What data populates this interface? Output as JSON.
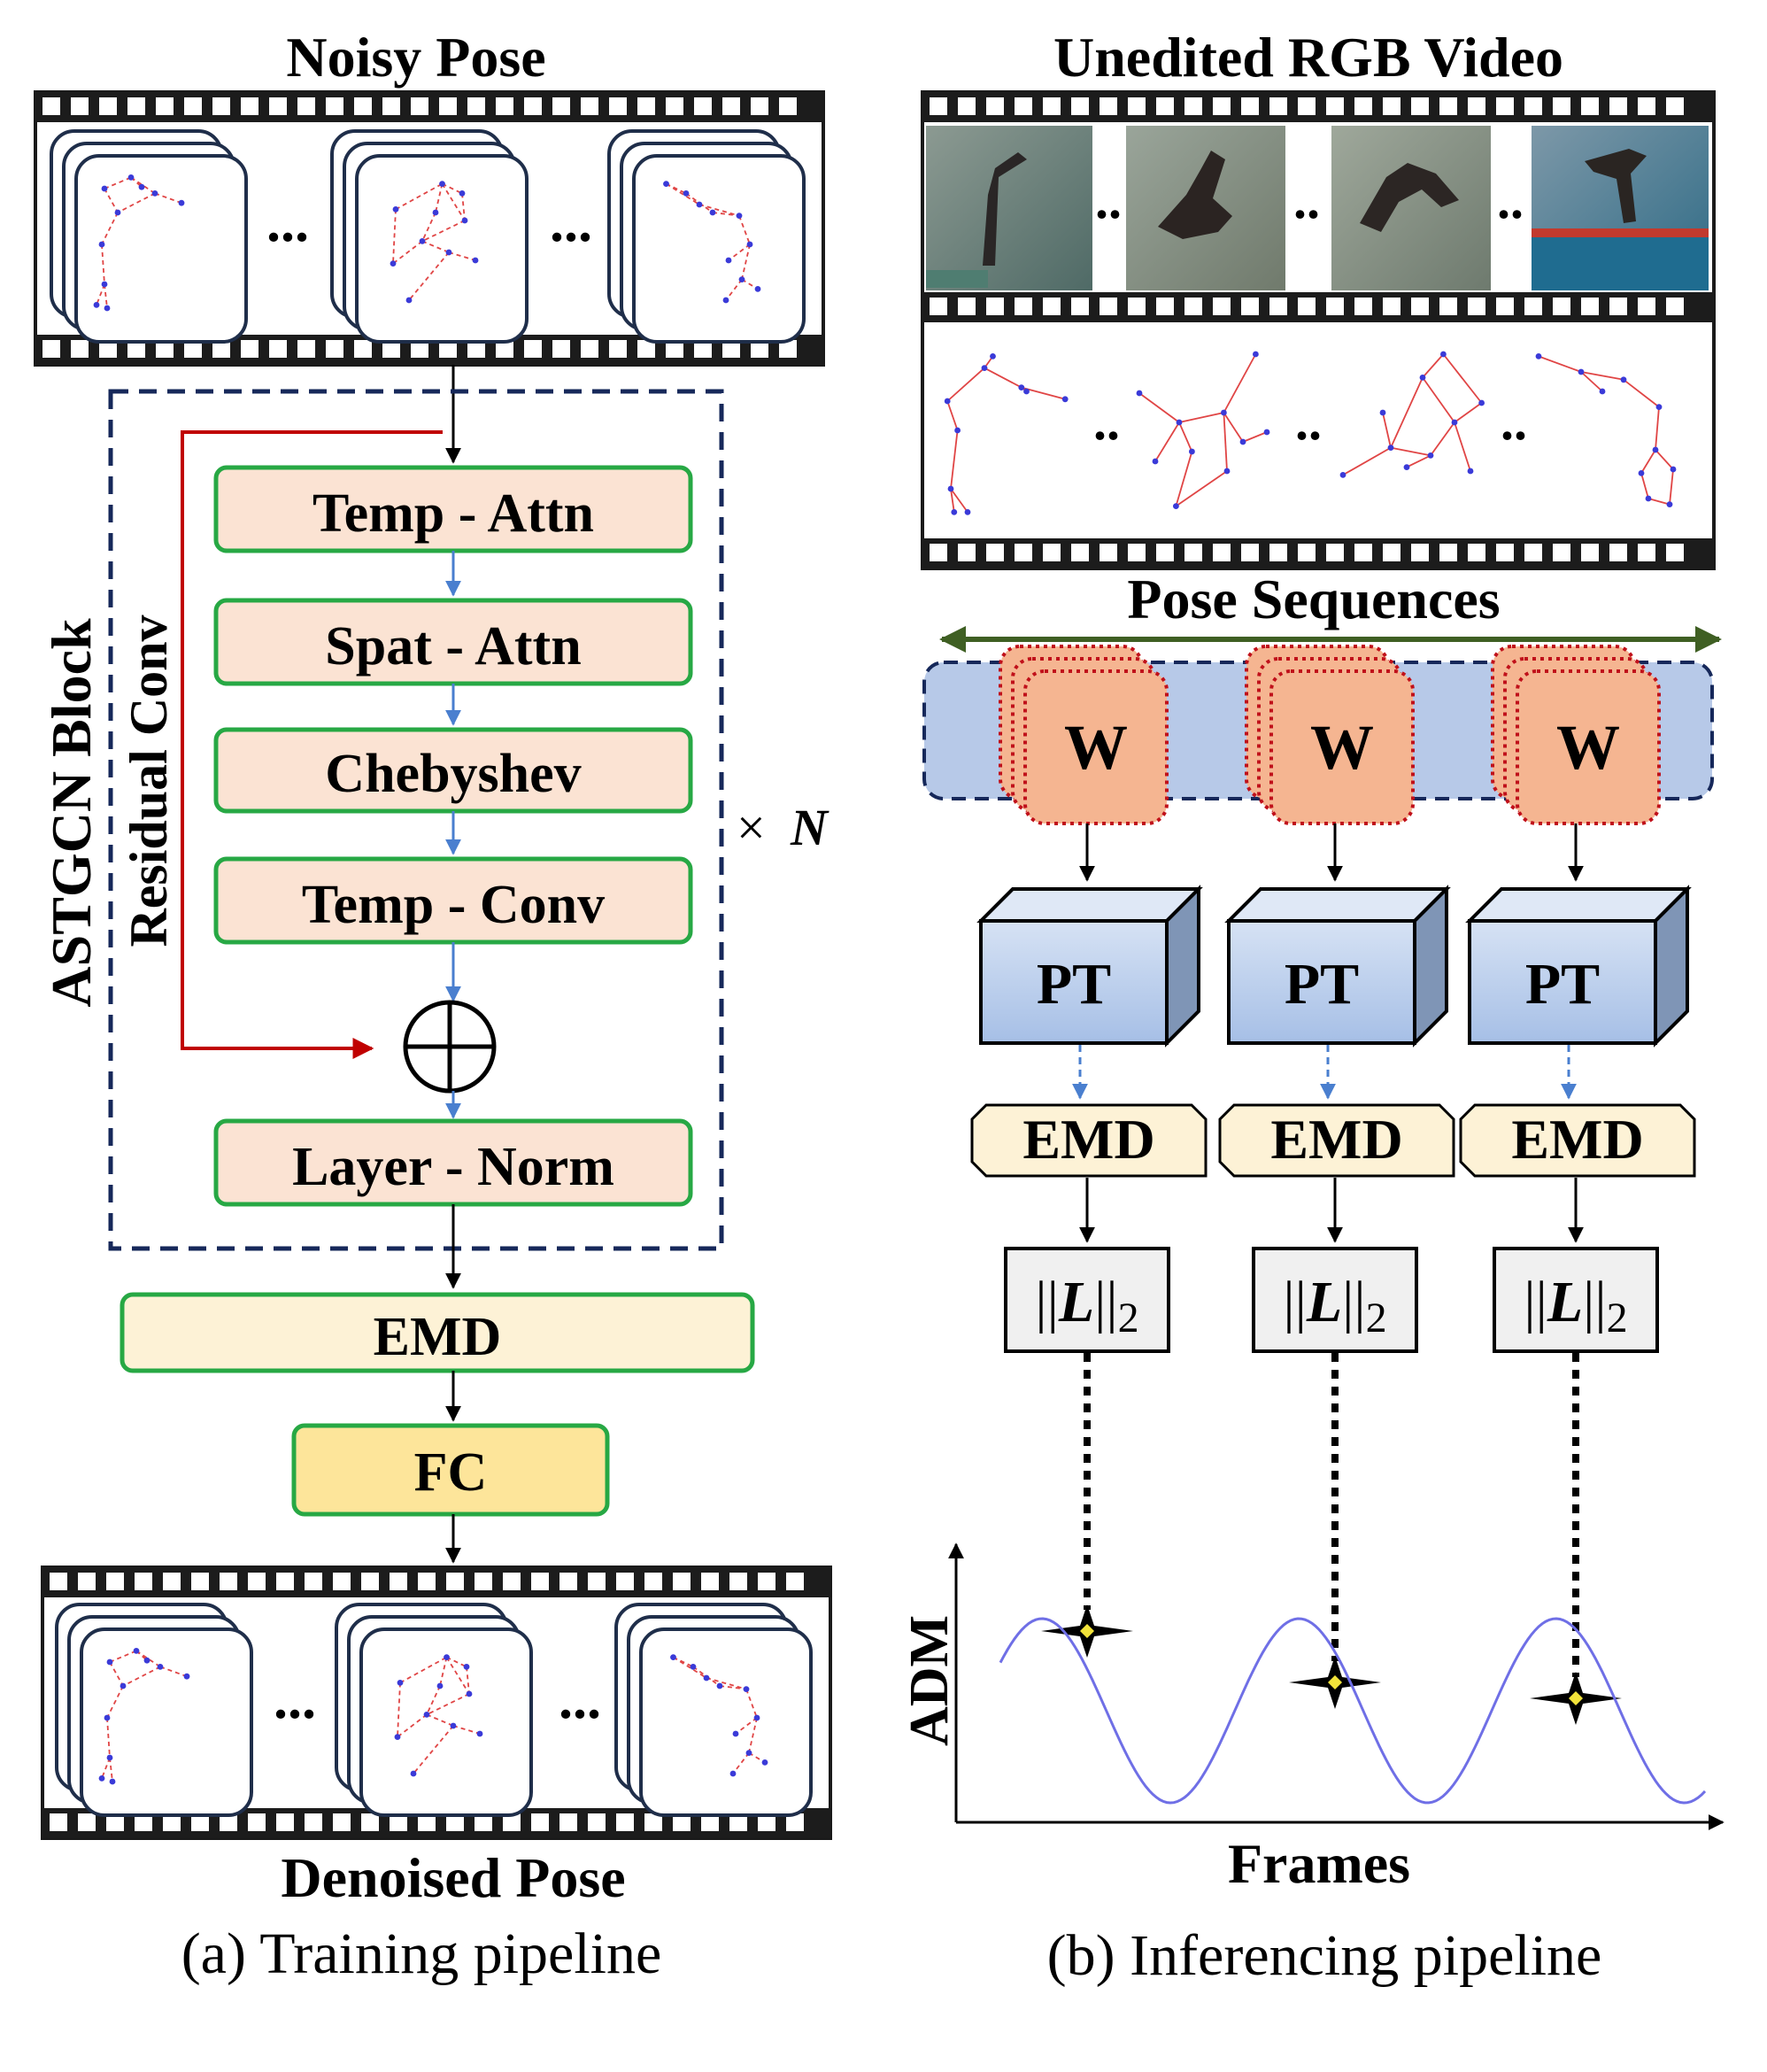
{
  "training": {
    "input_label": "Noisy Pose",
    "block_label": "ASTGCN Block",
    "residual_label": "Residual Conv",
    "repeat_times": "×",
    "repeat_n": "N",
    "layers": [
      "Temp - Attn",
      "Spat - Attn",
      "Chebyshev",
      "Temp - Conv"
    ],
    "norm_label": "Layer - Norm",
    "emd_label": "EMD",
    "fc_label": "FC",
    "output_label": "Denoised Pose",
    "caption": "(a) Training pipeline",
    "ellipsis": "..."
  },
  "inference": {
    "video_label": "Unedited RGB Video",
    "pose_label": "Pose Sequences",
    "window_label": "W",
    "pt_label": "PT",
    "emd_label": "EMD",
    "loss_prefix": "||",
    "loss_var": "L",
    "loss_suffix": "||",
    "loss_sub": "2",
    "ellipsis": "..",
    "y_axis": "ADM",
    "x_axis": "Frames",
    "caption": "(b) Inferencing pipeline"
  },
  "colors": {
    "layer_fill": "#fbe3d3",
    "layer_border": "#27a844",
    "emd_fill": "#fdf2d6",
    "fc_fill": "#fde59a",
    "block_border": "#16285a",
    "residual": "#c00000",
    "blue_arrow": "#4a7fcf",
    "pose_line": "#e04545",
    "joint": "#3a3ad8",
    "pt_fill": "#bdd0ec",
    "window_fill": "#f5b591",
    "window_border": "#c0101a",
    "band_fill": "#b7c9e8",
    "green_arrow": "#3f5f23",
    "curve": "#6f6fe6"
  }
}
